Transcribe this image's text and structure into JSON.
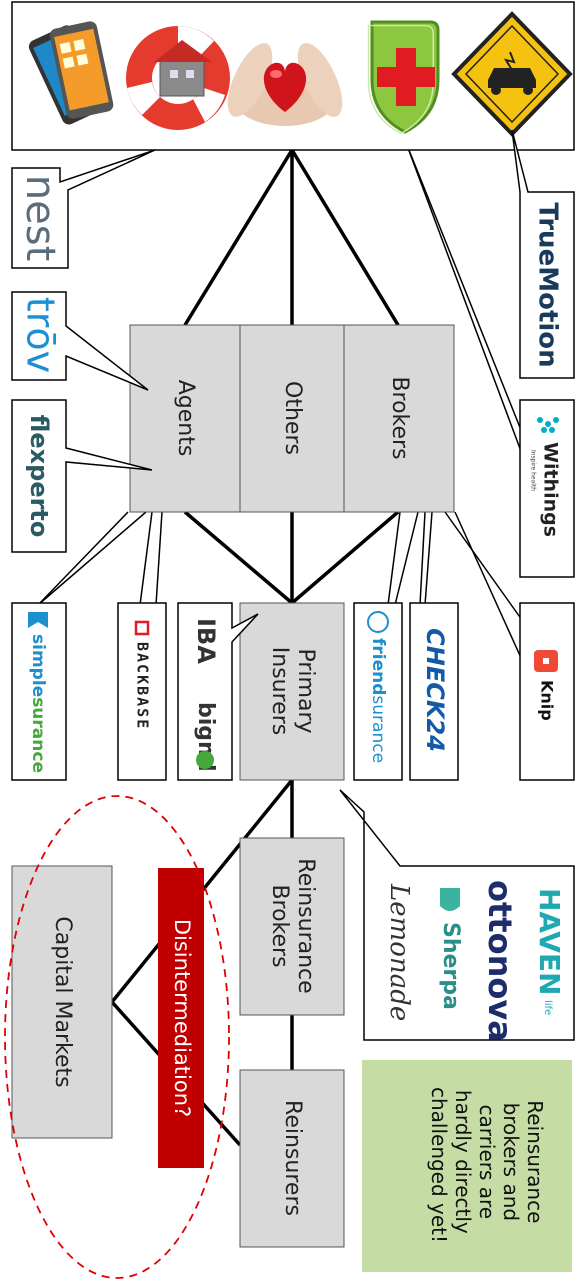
{
  "colors": {
    "node_fill": "#d9d9d9",
    "node_stroke": "#444444",
    "line": "#000000",
    "accent_red": "#c00000",
    "note_fill": "#c5dca4",
    "logo_teal": "#2a5a63",
    "logo_blue": "#1b8fd0",
    "logo_green": "#46a83a",
    "ellipse_red": "#e00000"
  },
  "products": [
    {
      "name": "smartphones-icon"
    },
    {
      "name": "home-insurance-icon"
    },
    {
      "name": "health-heart-icon"
    },
    {
      "name": "medical-shield-icon"
    },
    {
      "name": "car-hazard-icon"
    }
  ],
  "nodes": {
    "agents": "Agents",
    "others": "Others",
    "brokers": "Brokers",
    "primary_insurers": "Primary Insurers",
    "reinsurance_brokers": "Reinsurance Brokers",
    "reinsurers": "Reinsurers",
    "capital_markets": "Capital Markets",
    "disintermediation": "Disintermediation?"
  },
  "note": "Reinsurance brokers and carriers are hardly directly challenged yet!",
  "logos": {
    "nest": "nest",
    "trov": "trōv",
    "flexperto": "flexperto",
    "simplesurance_a": "simple",
    "simplesurance_b": "surance",
    "backbase": "BACKBASE",
    "iba": "IBA",
    "bigml": "bigml",
    "friendsurance_a": "friend",
    "friendsurance_b": "surance",
    "check24": "CHECK24",
    "knip": "Knip",
    "withings": "Withings",
    "withings_tag": "Inspire health",
    "truemotion": "TrueMotion",
    "haven": "HAVEN",
    "haven_tag": "life",
    "ottonova": "ottonova",
    "sherpa": "Sherpa",
    "lemonade": "Lemonade"
  }
}
